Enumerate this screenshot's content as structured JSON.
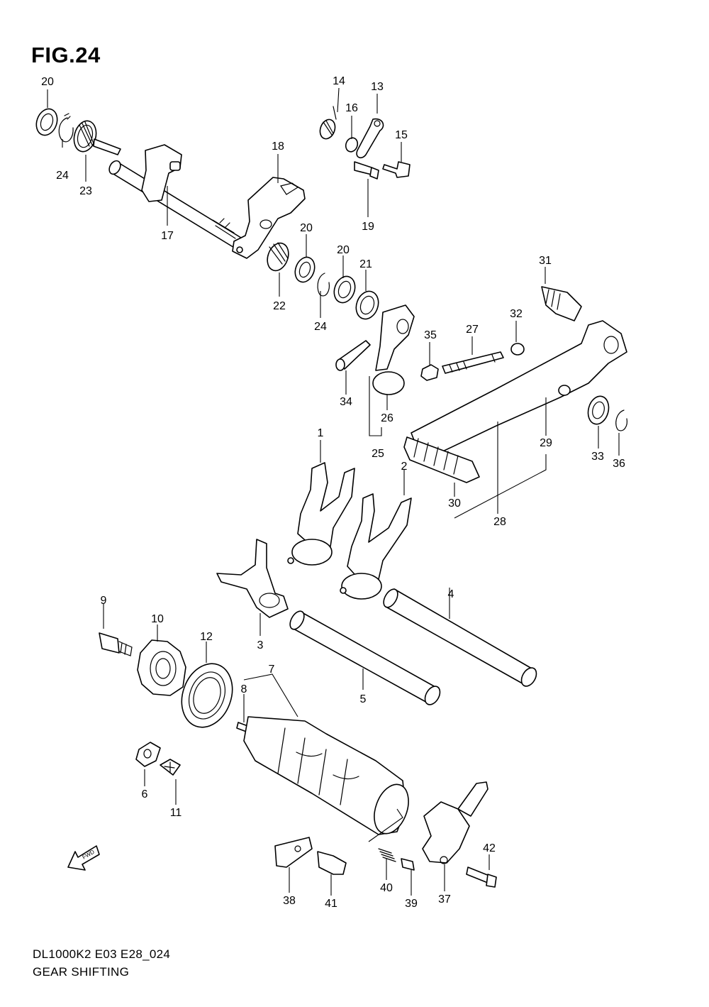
{
  "figure": {
    "title": "FIG.24",
    "footer_code": "DL1000K2 E03 E28_024",
    "footer_name": "GEAR SHIFTING",
    "direction_marker": "FWD"
  },
  "callouts": [
    "1",
    "2",
    "3",
    "4",
    "5",
    "6",
    "7",
    "8",
    "9",
    "10",
    "11",
    "12",
    "13",
    "14",
    "15",
    "16",
    "17",
    "18",
    "19",
    "20",
    "20",
    "20",
    "21",
    "22",
    "23",
    "24",
    "24",
    "25",
    "26",
    "27",
    "28",
    "29",
    "30",
    "31",
    "32",
    "33",
    "34",
    "35",
    "36",
    "37",
    "38",
    "39",
    "40",
    "41",
    "42"
  ]
}
